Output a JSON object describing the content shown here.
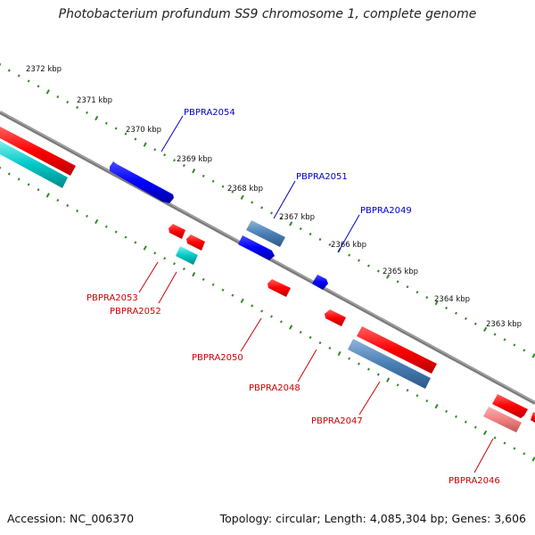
{
  "title": "Photobacterium profundum SS9 chromosome 1, complete genome",
  "footer": {
    "accession": "Accession: NC_006370",
    "topology": "Topology: circular; Length: 4,085,304 bp; Genes: 3,606"
  },
  "colors": {
    "backbone": "#808080",
    "tick": "#2e8b22",
    "forward_label": "#0000cc",
    "reverse_label": "#cc0000",
    "gene_red": "#ff0000",
    "gene_blue": "#0000ff",
    "gene_steel": "#4a7fb5",
    "gene_cyan": "#00c8c8",
    "gene_pink": "#f08080"
  },
  "scale": {
    "unit": "kbp",
    "labels": [
      "2372 kbp",
      "2371 kbp",
      "2370 kbp",
      "2369 kbp",
      "2368 kbp",
      "2367 kbp",
      "2366 kbp",
      "2365 kbp",
      "2364 kbp",
      "2363 kbp"
    ]
  },
  "forward_gene_labels": [
    "PBPRA2054",
    "PBPRA2051",
    "PBPRA2049"
  ],
  "reverse_gene_labels": [
    "PBPRA2053",
    "PBPRA2052",
    "PBPRA2050",
    "PBPRA2048",
    "PBPRA2047",
    "PBPRA2046"
  ]
}
